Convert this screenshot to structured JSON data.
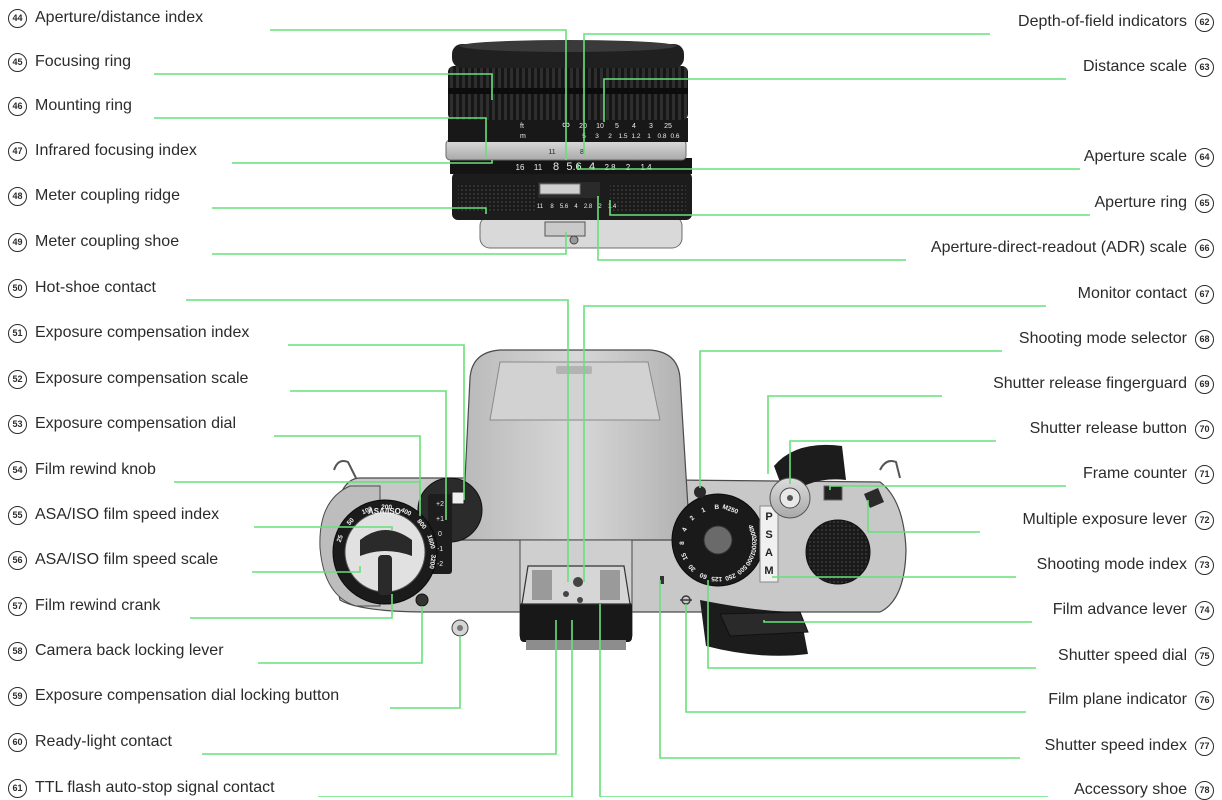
{
  "colors": {
    "leader": "#69e07a",
    "text": "#2b2b2b",
    "body_metal": "#bfbfbf",
    "body_black": "#1c1c1c"
  },
  "left_labels": [
    {
      "num": "44",
      "text": "Aperture/distance index"
    },
    {
      "num": "45",
      "text": "Focusing ring"
    },
    {
      "num": "46",
      "text": "Mounting ring"
    },
    {
      "num": "47",
      "text": "Infrared focusing index"
    },
    {
      "num": "48",
      "text": "Meter coupling ridge"
    },
    {
      "num": "49",
      "text": "Meter coupling shoe"
    },
    {
      "num": "50",
      "text": "Hot-shoe contact"
    },
    {
      "num": "51",
      "text": "Exposure compensation index"
    },
    {
      "num": "52",
      "text": "Exposure compensation scale"
    },
    {
      "num": "53",
      "text": "Exposure compensation dial"
    },
    {
      "num": "54",
      "text": "Film rewind knob"
    },
    {
      "num": "55",
      "text": "ASA/ISO film speed index"
    },
    {
      "num": "56",
      "text": "ASA/ISO film speed scale"
    },
    {
      "num": "57",
      "text": "Film rewind crank"
    },
    {
      "num": "58",
      "text": "Camera back locking lever"
    },
    {
      "num": "59",
      "text": "Exposure compensation dial locking button"
    },
    {
      "num": "60",
      "text": "Ready-light contact"
    },
    {
      "num": "61",
      "text": "TTL flash auto-stop signal contact"
    }
  ],
  "right_labels": [
    {
      "num": "62",
      "text": "Depth-of-field indicators"
    },
    {
      "num": "63",
      "text": "Distance scale"
    },
    {
      "num": "64",
      "text": "Aperture scale"
    },
    {
      "num": "65",
      "text": "Aperture ring"
    },
    {
      "num": "66",
      "text": "Aperture-direct-readout (ADR) scale"
    },
    {
      "num": "67",
      "text": "Monitor contact"
    },
    {
      "num": "68",
      "text": "Shooting mode selector"
    },
    {
      "num": "69",
      "text": "Shutter release fingerguard"
    },
    {
      "num": "70",
      "text": "Shutter release button"
    },
    {
      "num": "71",
      "text": "Frame counter"
    },
    {
      "num": "72",
      "text": "Multiple exposure lever"
    },
    {
      "num": "73",
      "text": "Shooting mode index"
    },
    {
      "num": "74",
      "text": "Film advance lever"
    },
    {
      "num": "75",
      "text": "Shutter speed dial"
    },
    {
      "num": "76",
      "text": "Film plane indicator"
    },
    {
      "num": "77",
      "text": "Shutter speed index"
    },
    {
      "num": "78",
      "text": "Accessory shoe"
    }
  ],
  "lens_marks": {
    "distance_top": [
      "∞",
      "20",
      "10",
      "5",
      "4",
      "3",
      "25"
    ],
    "distance_bottom": [
      "5",
      "3",
      "2",
      "1.5",
      "1.2",
      "1",
      "0.8",
      "0.6"
    ],
    "aperture": [
      "16",
      "11",
      "8",
      "5.6",
      "4",
      "2.8",
      "2",
      "1.4"
    ],
    "adr": [
      "11",
      "8",
      "5.6",
      "4",
      "2.8",
      "2",
      "1.4"
    ],
    "dof": [
      "11",
      "8"
    ],
    "unit_ft": "ft",
    "unit_m": "m"
  },
  "camera_marks": {
    "asa_label": "ASA/ISO",
    "asa_values": [
      "25",
      "50",
      "100",
      "200",
      "400",
      "800",
      "1600",
      "3200"
    ],
    "comp_values": [
      "+2",
      "+1",
      "0",
      "-1",
      "-2"
    ],
    "shutter_values": [
      "M250",
      "B",
      "1",
      "2",
      "4",
      "8",
      "15",
      "30",
      "60",
      "125",
      "250",
      "500",
      "1000",
      "2000",
      "4000"
    ],
    "mode_values": [
      "P",
      "S",
      "A",
      "M"
    ]
  }
}
